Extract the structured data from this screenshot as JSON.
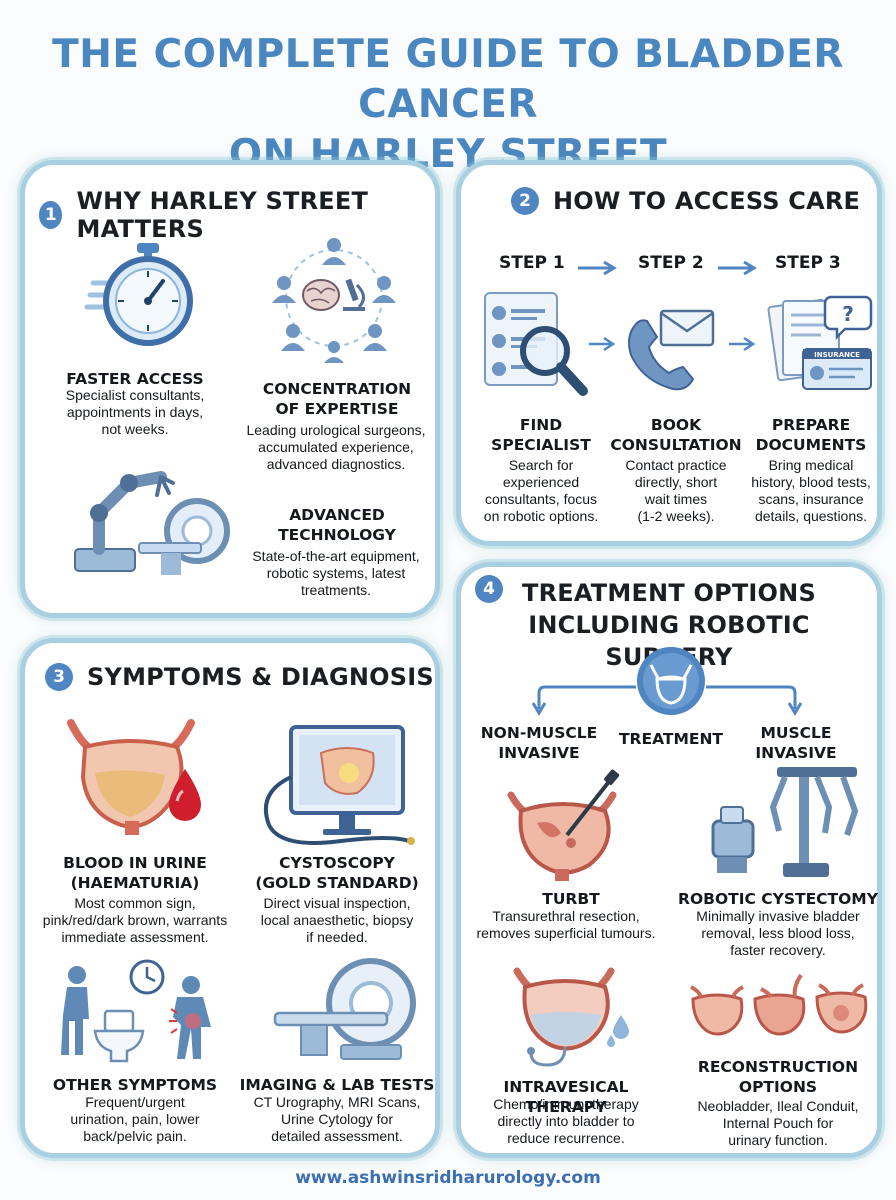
{
  "title": {
    "line1": "THE COMPLETE GUIDE TO BLADDER CANCER",
    "line2": "ON HARLEY STREET"
  },
  "colors": {
    "accent": "#4f86c2",
    "title": "#4a86bf",
    "border": "#a8cfe2",
    "footer": "#3b6fb0"
  },
  "sections": {
    "why": {
      "number": "1",
      "title": "WHY HARLEY STREET MATTERS",
      "items": [
        {
          "label": "FASTER ACCESS",
          "desc": [
            "Specialist consultants,",
            "appointments in days,",
            "not weeks."
          ],
          "icon": "stopwatch-icon"
        },
        {
          "label": [
            "CONCENTRATION",
            "OF EXPERTISE"
          ],
          "desc": [
            "Leading urological surgeons,",
            "accumulated experience,",
            "advanced diagnostics."
          ],
          "icon": "expert-network-icon"
        },
        {
          "label": [
            "ADVANCED",
            "TECHNOLOGY"
          ],
          "desc": [
            "State-of-the-art equipment,",
            "robotic systems, latest",
            "treatments."
          ],
          "icon": "robotic-arm-scanner-icon"
        }
      ]
    },
    "access": {
      "number": "2",
      "title": "HOW TO ACCESS CARE",
      "steps": [
        "STEP 1",
        "STEP 2",
        "STEP 3"
      ],
      "items": [
        {
          "label": [
            "FIND",
            "SPECIALIST"
          ],
          "desc": [
            "Search for",
            "experienced",
            "consultants, focus",
            "on robotic options."
          ],
          "icon": "profile-search-icon"
        },
        {
          "label": [
            "BOOK",
            "CONSULTATION"
          ],
          "desc": [
            "Contact practice",
            "directly, short",
            "wait times",
            "(1-2 weeks)."
          ],
          "icon": "phone-mail-icon"
        },
        {
          "label": [
            "PREPARE",
            "DOCUMENTS"
          ],
          "desc": [
            "Bring medical",
            "history, blood tests,",
            "scans, insurance",
            "details, questions."
          ],
          "icon": "documents-insurance-icon"
        }
      ],
      "insurance_card_text": "INSURANCE"
    },
    "symptoms": {
      "number": "3",
      "title": "SYMPTOMS & DIAGNOSIS",
      "items": [
        {
          "label": [
            "BLOOD IN URINE",
            "(HAEMATURIA)"
          ],
          "desc": [
            "Most common sign,",
            "pink/red/dark brown, warrants",
            "immediate assessment."
          ],
          "icon": "bladder-blood-drop-icon"
        },
        {
          "label": [
            "CYSTOSCOPY",
            "(GOLD STANDARD)"
          ],
          "desc": [
            "Direct visual inspection,",
            "local anaesthetic, biopsy",
            "if needed."
          ],
          "icon": "cystoscope-monitor-icon"
        },
        {
          "label": "OTHER SYMPTOMS",
          "desc": [
            "Frequent/urgent",
            "urination, pain, lower",
            "back/pelvic pain."
          ],
          "icon": "person-toilet-clock-icon"
        },
        {
          "label": "IMAGING & LAB TESTS",
          "desc": [
            "CT Urography, MRI Scans,",
            "Urine Cytology for",
            "detailed assessment."
          ],
          "icon": "ct-scanner-icon"
        }
      ]
    },
    "treatment": {
      "number": "4",
      "title": [
        "TREATMENT OPTIONS",
        "INCLUDING ROBOTIC SURGERY"
      ],
      "branches": {
        "left": [
          "NON-MUSCLE",
          "INVASIVE"
        ],
        "center": "TREATMENT",
        "right": [
          "MUSCLE",
          "INVASIVE"
        ]
      },
      "items": [
        {
          "label": "TURBT",
          "desc": [
            "Transurethral resection,",
            "removes superficial tumours."
          ],
          "icon": "bladder-resection-icon"
        },
        {
          "label": "ROBOTIC CYSTECTOMY",
          "desc": [
            "Minimally invasive bladder",
            "removal, less blood loss,",
            "faster recovery."
          ],
          "icon": "surgical-robot-icon"
        },
        {
          "label": "INTRAVESICAL THERAPY",
          "desc": [
            "Chemo/immunotherapy",
            "directly into bladder to",
            "reduce recurrence."
          ],
          "icon": "bladder-catheter-icon"
        },
        {
          "label": [
            "RECONSTRUCTION",
            "OPTIONS"
          ],
          "desc": [
            "Neobladder, Ileal Conduit,",
            "Internal Pouch for",
            "urinary function."
          ],
          "icon": "reconstruction-bladders-icon"
        }
      ]
    }
  },
  "footer": "www.ashwinsridharurology.com"
}
